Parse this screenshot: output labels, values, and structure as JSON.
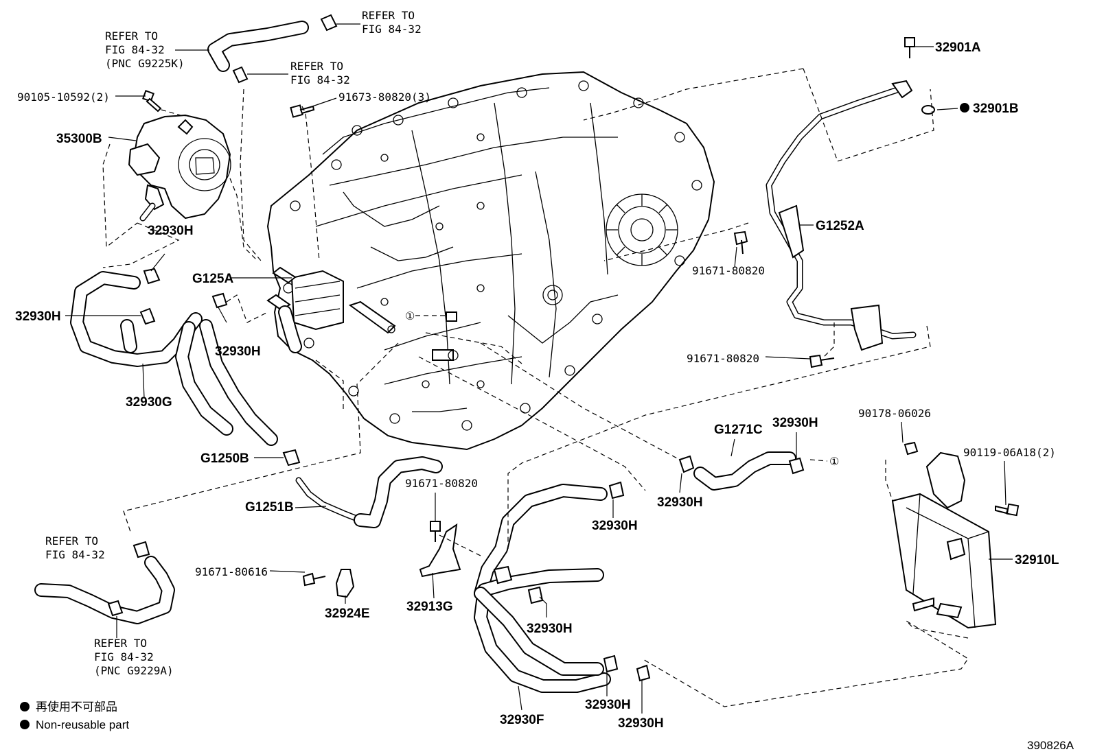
{
  "figure": {
    "id": "390826A"
  },
  "callouts": {
    "ref_top_right_line1": "REFER TO",
    "ref_top_right_line2": "FIG 84-32",
    "ref_top_left_line1": "REFER TO",
    "ref_top_left_line2": "FIG 84-32",
    "ref_top_left_line3": "(PNC G9225K)",
    "ref_mid_line1": "REFER TO",
    "ref_mid_line2": "FIG 84-32",
    "ref_bl_line1": "REFER TO",
    "ref_bl_line2": "FIG 84-32",
    "ref_bottom_line1": "REFER TO",
    "ref_bottom_line2": "FIG 84-32",
    "ref_bottom_line3": "(PNC G9229A)",
    "p_90105": "90105-10592(2)",
    "p_91673": "91673-80820(3)",
    "p_35300B": "35300B",
    "p_32930H_a": "32930H",
    "p_G125A": "G125A",
    "p_32930H_b": "32930H",
    "p_32930H_c": "32930H",
    "p_32930G": "32930G",
    "p_G1250B": "G1250B",
    "p_32901A": "32901A",
    "p_32901B": "32901B",
    "p_G1252A": "G1252A",
    "p_91671_a": "91671-80820",
    "p_91671_b": "91671-80820",
    "p_90178": "90178-06026",
    "p_90119": "90119-06A18(2)",
    "p_G1271C": "G1271C",
    "p_32930H_d": "32930H",
    "p_32930H_e": "32930H",
    "p_circle1_a": "①",
    "p_circle1_b": "①",
    "p_32910L": "32910L",
    "p_91671_c": "91671-80820",
    "p_G1251B": "G1251B",
    "p_32930H_f": "32930H",
    "p_91671_80616": "91671-80616",
    "p_32924E": "32924E",
    "p_32913G": "32913G",
    "p_32930H_g": "32930H",
    "p_32930F": "32930F",
    "p_32930H_h": "32930H",
    "p_32930H_i": "32930H"
  },
  "legend": {
    "jp": "再使用不可部品",
    "en": "Non-reusable part"
  }
}
